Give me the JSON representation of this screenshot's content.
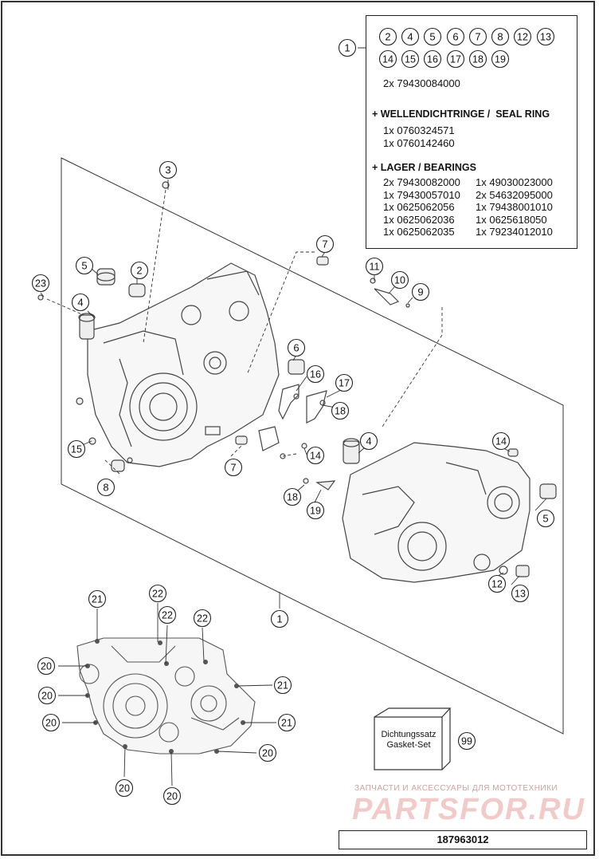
{
  "kit": {
    "part_number": "1",
    "included_refs_row1": [
      "2",
      "4",
      "5",
      "6",
      "7",
      "8",
      "12",
      "13"
    ],
    "included_refs_row2": [
      "14",
      "15",
      "16",
      "17",
      "18",
      "19"
    ],
    "kit_line": "2x 79430084000",
    "seal_heading": "+ WELLENDICHTRINGE /  SEAL RING",
    "seal_items": [
      "1x 0760324571",
      "1x 0760142460"
    ],
    "bearing_heading": "+ LAGER / BEARINGS",
    "bearing_col1": [
      "2x 79430082000",
      "1x 79430057010",
      "1x 0625062056",
      "1x 0625062036",
      "1x 0625062035"
    ],
    "bearing_col2": [
      "1x 49030023000",
      "2x 54632095000",
      "1x 79438001010",
      "1x 0625618050",
      "1x 79234012010"
    ]
  },
  "callouts": [
    "1",
    "2",
    "3",
    "4",
    "5",
    "6",
    "7",
    "8",
    "9",
    "10",
    "11",
    "12",
    "13",
    "14",
    "15",
    "16",
    "17",
    "18",
    "19",
    "20",
    "21",
    "22",
    "23",
    "99"
  ],
  "gasket_set": {
    "line1": "Dichtungssatz",
    "line2": "Gasket-Set",
    "ref": "99"
  },
  "watermark": {
    "tagline": "ЗАПЧАСТИ И АКСЕССУАРЫ ДЛЯ МОТОТЕХНИКИ",
    "brand": "PARTSFOR.RU"
  },
  "drawing_number": "187963012"
}
